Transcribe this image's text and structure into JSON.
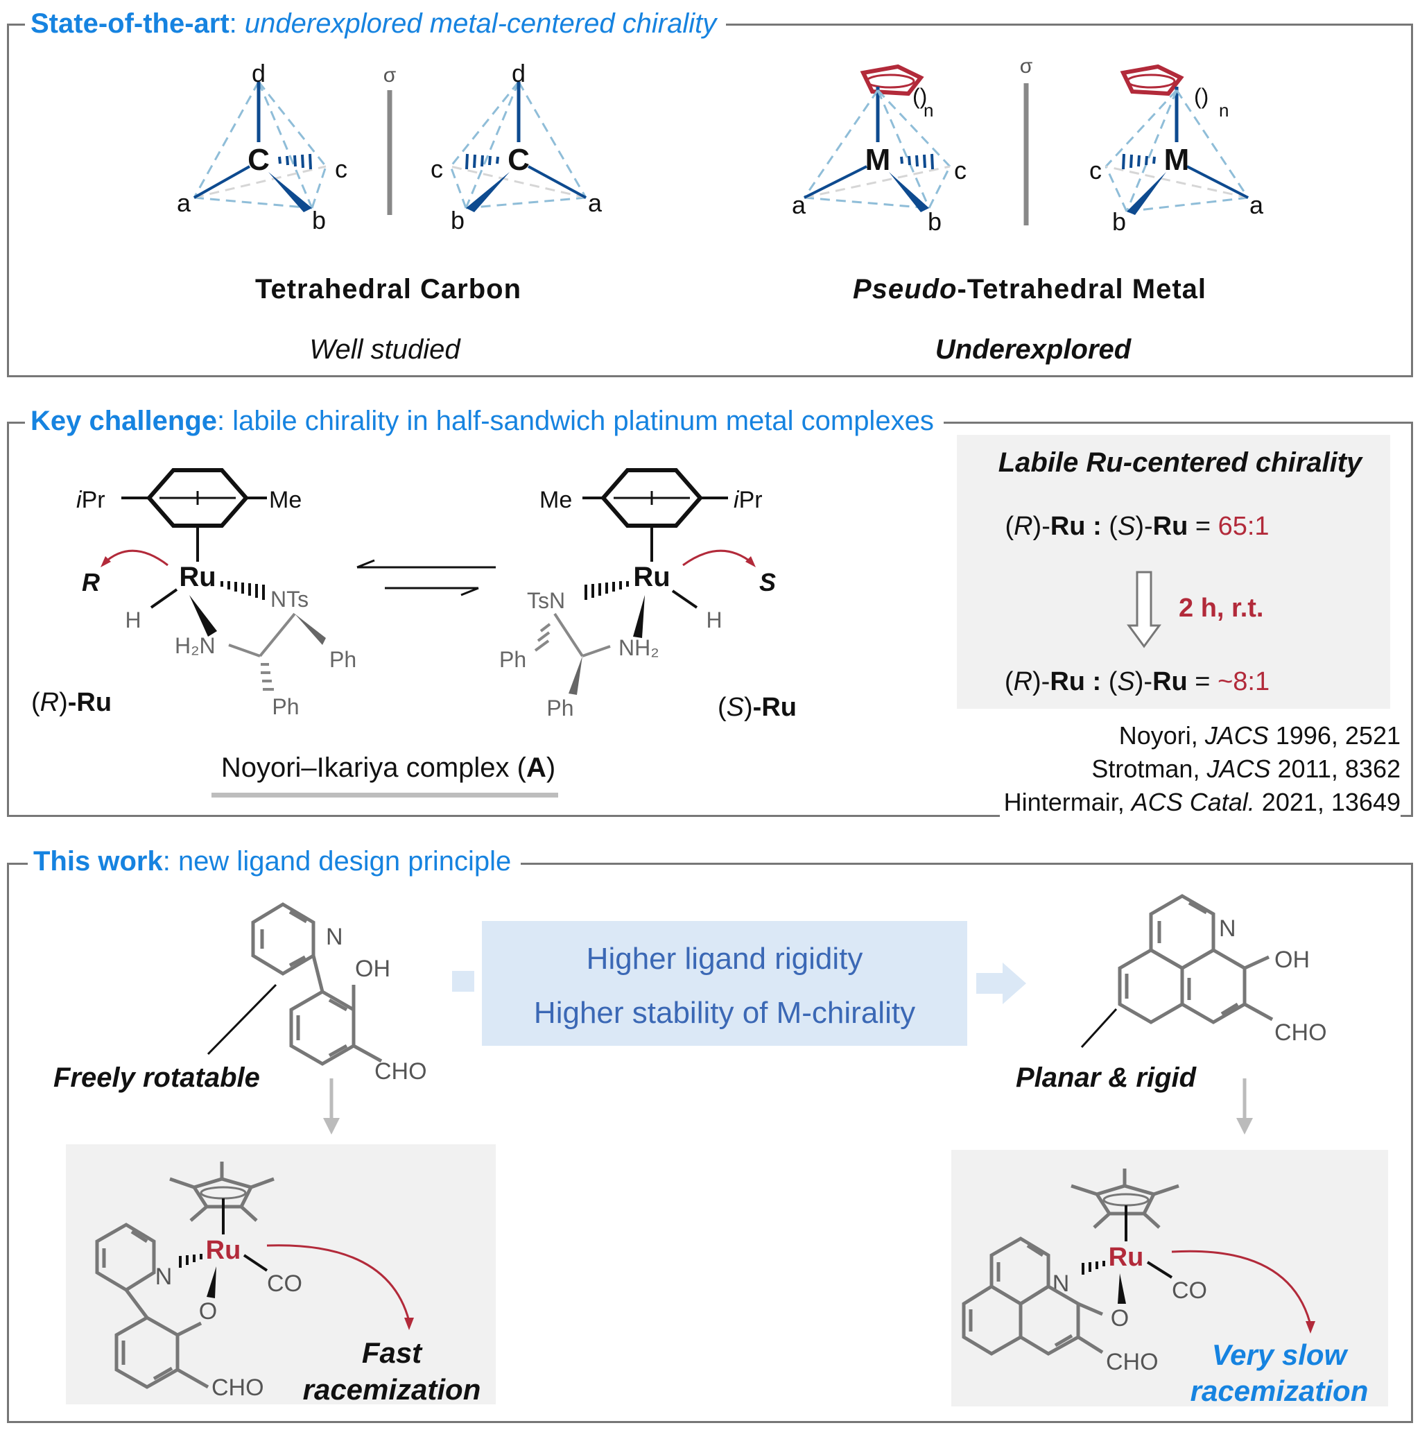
{
  "colors": {
    "accent_blue": "#1683e0",
    "metal_red": "#b22a3a",
    "bond_blue": "#0d4a8f",
    "light_blue_dash": "#8fbdd8",
    "design_box": "#dbe8f6",
    "design_text": "#3b68b5"
  },
  "panel1": {
    "title_bold": "State-of-the-art",
    "title_rest": "underexplored metal-centered chirality",
    "mirror_label": "σ",
    "carbon_center": "C",
    "metal_center": "M",
    "subscript_n": "n",
    "vertex_labels": {
      "a": "a",
      "b": "b",
      "c": "c",
      "d": "d"
    },
    "left_caption": "Tetrahedral Carbon",
    "left_note": "Well studied",
    "right_caption_italic": "Pseudo",
    "right_caption_rest": "-Tetrahedral Metal",
    "right_note": "Underexplored"
  },
  "panel2": {
    "title_bold": "Key challenge",
    "title_rest": "labile chirality in half-sandwich platinum metal complexes",
    "left_complex": {
      "ipr": "iPr",
      "me": "Me",
      "ru": "Ru",
      "nts": "NTs",
      "h": "H",
      "h2n": "H₂N",
      "ph1": "Ph",
      "ph2": "Ph",
      "desc": "R",
      "label": "-Ru",
      "label_config": "R"
    },
    "right_complex": {
      "me": "Me",
      "ipr": "iPr",
      "ru": "Ru",
      "tsn": "TsN",
      "h": "H",
      "nh2": "NH₂",
      "ph1": "Ph",
      "ph2": "Ph",
      "desc": "S",
      "label": "-Ru",
      "label_config": "S"
    },
    "complex_name": "Noyori–Ikariya complex (",
    "complex_letter": "A",
    "complex_close": ")",
    "box_title": "Labile Ru-centered chirality",
    "ratio1_value": "65:1",
    "ratio2_value": "~8:1",
    "condition": "2 h, r.t.",
    "refs": [
      {
        "author": "Noyori, ",
        "journal": "JACS",
        "cite": " 1996, 2521"
      },
      {
        "author": "Strotman, ",
        "journal": "JACS",
        "cite": " 2011, 8362"
      },
      {
        "author": "Hintermair, ",
        "journal": "ACS Catal.",
        "cite": " 2021, 13649"
      }
    ]
  },
  "panel3": {
    "title_bold": "This work",
    "title_rest": "new ligand design principle",
    "design_line1": "Higher ligand rigidity",
    "design_line2": "Higher stability of M-chirality",
    "left_ligand": {
      "n": "N",
      "oh": "OH",
      "cho": "CHO",
      "label": "Freely rotatable"
    },
    "right_ligand": {
      "n": "N",
      "oh": "OH",
      "cho": "CHO",
      "label": "Planar & rigid"
    },
    "left_complex": {
      "ru": "Ru",
      "n": "N",
      "o": "O",
      "co": "CO",
      "cho": "CHO",
      "result1": "Fast",
      "result2": "racemization"
    },
    "right_complex": {
      "ru": "Ru",
      "n": "N",
      "o": "O",
      "co": "CO",
      "cho": "CHO",
      "result1": "Very slow",
      "result2": "racemization"
    }
  }
}
